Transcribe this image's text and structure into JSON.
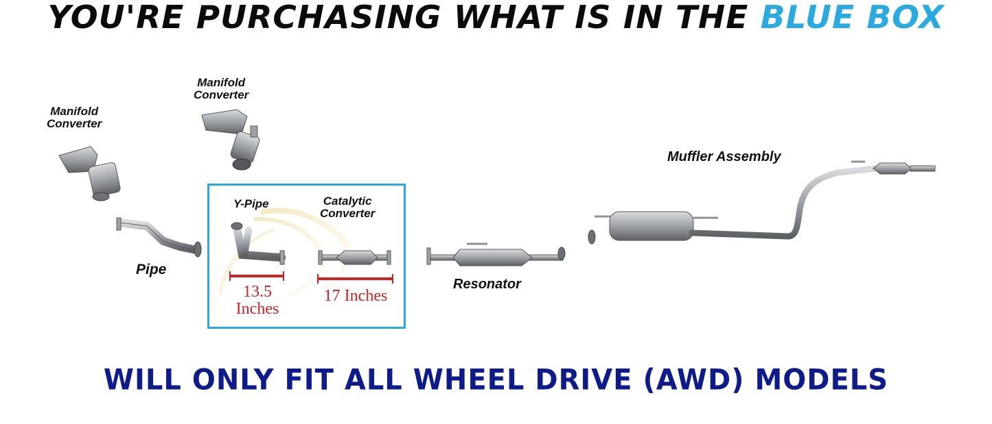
{
  "headline": {
    "prefix": "YOU'RE PURCHASING WHAT IS IN THE",
    "highlight": "BLUE BOX"
  },
  "colors": {
    "blue": "#29abe2",
    "measure_red": "#d42020",
    "footer_navy": "#0d1b8c",
    "pipe_gray": "#8d9196"
  },
  "labels": {
    "manifold_converter_left": [
      "Manifold",
      "Converter"
    ],
    "manifold_converter_right": [
      "Manifold",
      "Converter"
    ],
    "pipe": "Pipe",
    "y_pipe": "Y-Pipe",
    "catalytic_converter": [
      "Catalytic",
      "Converter"
    ],
    "resonator": "Resonator",
    "muffler_assembly": "Muffler Assembly"
  },
  "measurements": {
    "y_pipe": [
      "13.5",
      "Inches"
    ],
    "catalytic_converter": "17 Inches"
  },
  "footer": "WILL ONLY FIT ALL WHEEL DRIVE (AWD) MODELS"
}
